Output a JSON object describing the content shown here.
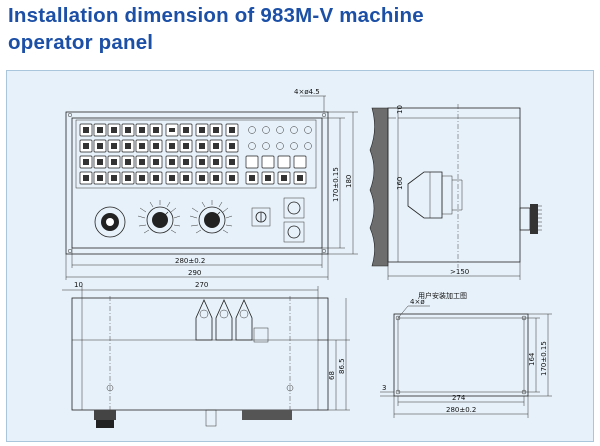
{
  "title_line1": "Installation dimension of 983M-V machine",
  "title_line2": "operator panel",
  "front": {
    "hole": "4×ø4.5",
    "w_inner": "280±0.2",
    "w_outer": "290",
    "h_inner": "170±0.15",
    "h_outer": "180"
  },
  "side": {
    "top": "10",
    "height": "160",
    "depth": ">150"
  },
  "bottom": {
    "left": "10",
    "width": "270",
    "h1": "68",
    "h2": "86.5"
  },
  "cutout": {
    "note": "用户安装加工图",
    "hole": "4×ø",
    "w_inner": "274",
    "w_outer": "280±0.2",
    "h_inner": "164",
    "h_outer": "170±0.15",
    "side": "3"
  },
  "colors": {
    "title": "#1c4fa6",
    "panel": "#e7f1f9"
  }
}
